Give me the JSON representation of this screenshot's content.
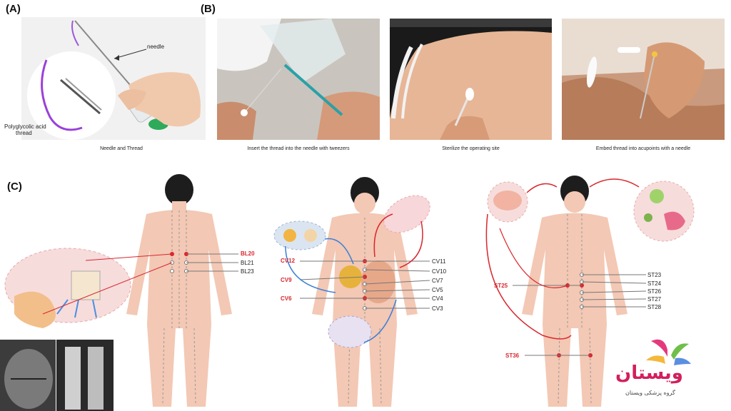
{
  "panels": {
    "a": "(A)",
    "b": "(B)",
    "c": "(C)"
  },
  "panel_a": {
    "needle_label": "needle",
    "thread_label_1": "Polyglycolic acid",
    "thread_label_2": "thread",
    "caption": "Needle and Thread"
  },
  "panel_b": {
    "captions": [
      "Insert the thread into the needle with tweezers",
      "Sterilize the operating site",
      "Embed thread into acupoints with a needle"
    ]
  },
  "back_figure": {
    "labels": [
      "BL20",
      "BL21",
      "BL23"
    ]
  },
  "front_figure": {
    "left_labels": [
      "CV12",
      "CV9",
      "CV6"
    ],
    "right_labels": [
      "CV11",
      "CV10",
      "CV7",
      "CV5",
      "CV4",
      "CV3"
    ]
  },
  "right_figure": {
    "right_labels": [
      "ST23",
      "ST24",
      "ST26",
      "ST27",
      "ST28"
    ],
    "left_labels": [
      "ST25",
      "ST36"
    ]
  },
  "logo": {
    "main": "ویستان",
    "sub": "گروه پزشکی ویستان"
  },
  "colors": {
    "red": "#d9272e",
    "blue": "#3a7fd9",
    "skin": "#f3c8b4",
    "logo": "#d21f5d"
  }
}
